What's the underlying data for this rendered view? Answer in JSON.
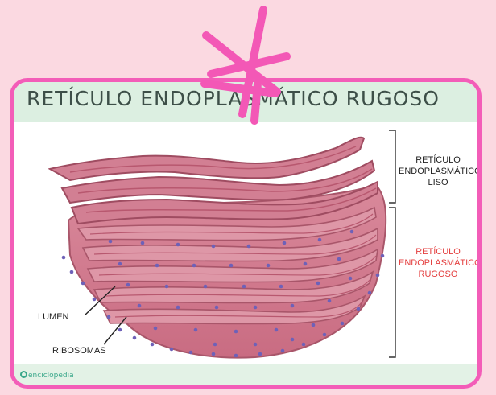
{
  "title": "RETÍCULO ENDOPLASMÁTICO RUGOSO",
  "labels": {
    "smooth_er": [
      "RETÍCULO",
      "ENDOPLASMÁTICO",
      "LISO"
    ],
    "rough_er": [
      "RETÍCULO",
      "ENDOPLASMÁTICO",
      "RUGOSO"
    ],
    "lumen": "LUMEN",
    "ribosomas": "RIBOSOMAS"
  },
  "brand": "enciclopedia",
  "colors": {
    "background": "#fbd9e1",
    "frame_border": "#f35db8",
    "title_band": "#dcefe1",
    "rough_label": "#e43f3f",
    "organelle": "#cf7288",
    "ribosome": "#6e61b8"
  },
  "icons": [
    "pink-asterisk-sticker-icon",
    "brand-logo-icon"
  ]
}
